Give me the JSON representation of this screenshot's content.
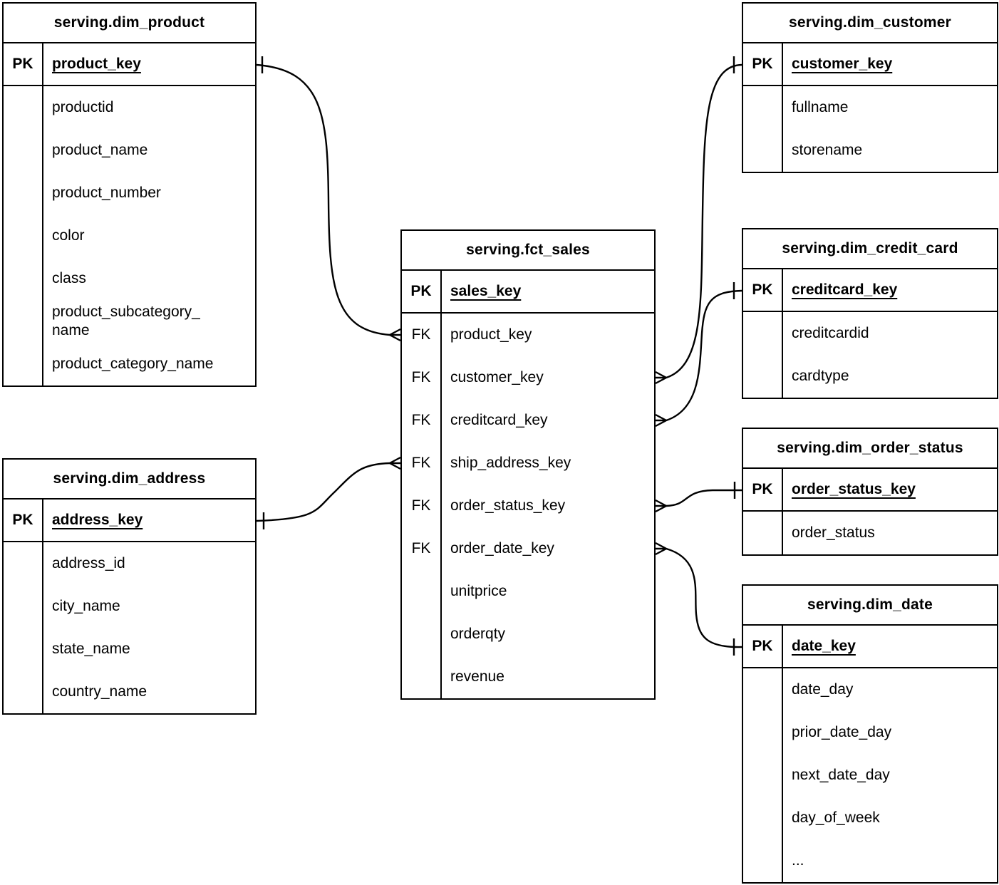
{
  "diagram": {
    "kind": "entity-relationship-diagram",
    "background_color": "#ffffff",
    "line_color": "#000000",
    "tables": {
      "dim_product": {
        "title": "serving.dim_product",
        "pk": {
          "key_label": "PK",
          "field": "product_key"
        },
        "rows": [
          {
            "key": "",
            "field": "productid"
          },
          {
            "key": "",
            "field": "product_name"
          },
          {
            "key": "",
            "field": "product_number"
          },
          {
            "key": "",
            "field": "color"
          },
          {
            "key": "",
            "field": "class"
          },
          {
            "key": "",
            "field": "product_subcategory_\nname"
          },
          {
            "key": "",
            "field": "product_category_name"
          }
        ]
      },
      "dim_customer": {
        "title": "serving.dim_customer",
        "pk": {
          "key_label": "PK",
          "field": "customer_key"
        },
        "rows": [
          {
            "key": "",
            "field": "fullname"
          },
          {
            "key": "",
            "field": "storename"
          }
        ]
      },
      "fct_sales": {
        "title": "serving.fct_sales",
        "pk": {
          "key_label": "PK",
          "field": "sales_key"
        },
        "rows": [
          {
            "key": "FK",
            "field": "product_key"
          },
          {
            "key": "FK",
            "field": "customer_key"
          },
          {
            "key": "FK",
            "field": "creditcard_key"
          },
          {
            "key": "FK",
            "field": "ship_address_key"
          },
          {
            "key": "FK",
            "field": "order_status_key"
          },
          {
            "key": "FK",
            "field": "order_date_key"
          },
          {
            "key": "",
            "field": "unitprice"
          },
          {
            "key": "",
            "field": "orderqty"
          },
          {
            "key": "",
            "field": "revenue"
          }
        ]
      },
      "dim_credit_card": {
        "title": "serving.dim_credit_card",
        "pk": {
          "key_label": "PK",
          "field": "creditcard_key"
        },
        "rows": [
          {
            "key": "",
            "field": "creditcardid"
          },
          {
            "key": "",
            "field": "cardtype"
          }
        ]
      },
      "dim_order_status": {
        "title": "serving.dim_order_status",
        "pk": {
          "key_label": "PK",
          "field": "order_status_key"
        },
        "rows": [
          {
            "key": "",
            "field": "order_status"
          }
        ]
      },
      "dim_date": {
        "title": "serving.dim_date",
        "pk": {
          "key_label": "PK",
          "field": "date_key"
        },
        "rows": [
          {
            "key": "",
            "field": "date_day"
          },
          {
            "key": "",
            "field": "prior_date_day"
          },
          {
            "key": "",
            "field": "next_date_day"
          },
          {
            "key": "",
            "field": "day_of_week"
          },
          {
            "key": "",
            "field": "..."
          }
        ]
      },
      "dim_address": {
        "title": "serving.dim_address",
        "pk": {
          "key_label": "PK",
          "field": "address_key"
        },
        "rows": [
          {
            "key": "",
            "field": "address_id"
          },
          {
            "key": "",
            "field": "city_name"
          },
          {
            "key": "",
            "field": "state_name"
          },
          {
            "key": "",
            "field": "country_name"
          }
        ]
      }
    },
    "relationships": [
      {
        "name": "product-sales",
        "one_end": "serving.dim_product.product_key",
        "many_end": "serving.fct_sales.product_key",
        "notation": "crow-foot"
      },
      {
        "name": "customer-sales",
        "one_end": "serving.dim_customer.customer_key",
        "many_end": "serving.fct_sales.customer_key",
        "notation": "crow-foot"
      },
      {
        "name": "creditcard-sales",
        "one_end": "serving.dim_credit_card.creditcard_key",
        "many_end": "serving.fct_sales.creditcard_key",
        "notation": "crow-foot"
      },
      {
        "name": "orderstatus-sales",
        "one_end": "serving.dim_order_status.order_status_key",
        "many_end": "serving.fct_sales.order_status_key",
        "notation": "crow-foot"
      },
      {
        "name": "date-sales",
        "one_end": "serving.dim_date.date_key",
        "many_end": "serving.fct_sales.order_date_key",
        "notation": "crow-foot"
      },
      {
        "name": "address-sales",
        "one_end": "serving.dim_address.address_key",
        "many_end": "serving.fct_sales.ship_address_key",
        "notation": "crow-foot"
      }
    ]
  }
}
